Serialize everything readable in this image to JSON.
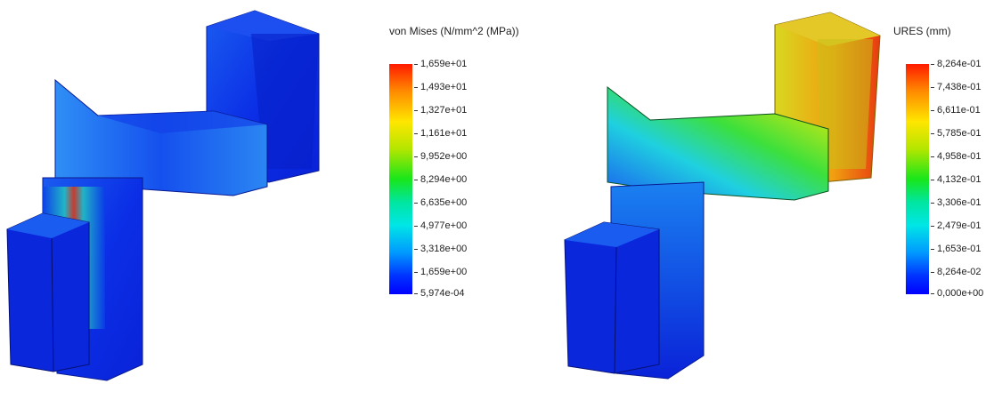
{
  "left_plot": {
    "legend_title": "von Mises (N/mm^2 (MPa))",
    "ticks": [
      "1,659e+01",
      "1,493e+01",
      "1,327e+01",
      "1,161e+01",
      "9,952e+00",
      "8,294e+00",
      "6,635e+00",
      "4,977e+00",
      "3,318e+00",
      "1,659e+00",
      "5,974e-04"
    ]
  },
  "right_plot": {
    "legend_title": "URES (mm)",
    "ticks": [
      "8,264e-01",
      "7,438e-01",
      "6,611e-01",
      "5,785e-01",
      "4,958e-01",
      "4,132e-01",
      "3,306e-01",
      "2,479e-01",
      "1,653e-01",
      "8,264e-02",
      "0,000e+00"
    ]
  },
  "colors": {
    "scale_max": "#ff1a00",
    "scale_high": "#ffe600",
    "scale_mid": "#19e61a",
    "scale_lowmid": "#00e6e6",
    "scale_low": "#0033ff",
    "scale_min": "#0000ff"
  }
}
